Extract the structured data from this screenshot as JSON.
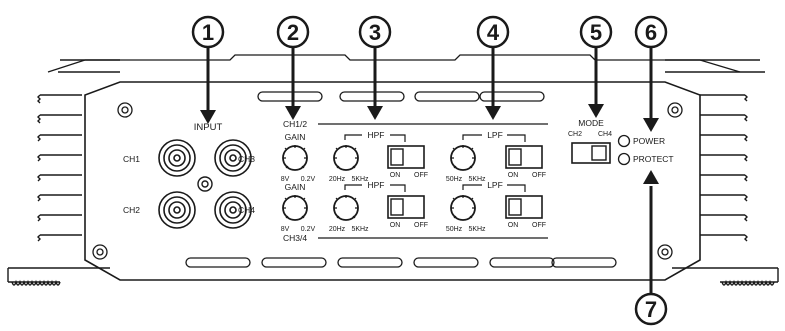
{
  "callouts": [
    "1",
    "2",
    "3",
    "4",
    "5",
    "6",
    "7"
  ],
  "input": {
    "title": "INPUT",
    "ch1": "CH1",
    "ch2": "CH2",
    "ch3": "CH3",
    "ch4": "CH4"
  },
  "top_row": {
    "group": "CH1/2",
    "gain": {
      "label": "GAIN",
      "min": "8V",
      "max": "0.2V"
    },
    "hpf": {
      "label": "HPF",
      "min": "20Hz",
      "max": "5KHz"
    },
    "hpf_switch": {
      "on": "ON",
      "off": "OFF"
    },
    "lpf": {
      "label": "LPF",
      "min": "50Hz",
      "max": "5KHz"
    },
    "lpf_switch": {
      "on": "ON",
      "off": "OFF"
    }
  },
  "bottom_row": {
    "group": "CH3/4",
    "gain": {
      "label": "GAIN",
      "min": "8V",
      "max": "0.2V"
    },
    "hpf": {
      "label": "HPF",
      "min": "20Hz",
      "max": "5KHz"
    },
    "hpf_switch": {
      "on": "ON",
      "off": "OFF"
    },
    "lpf": {
      "label": "LPF",
      "min": "50Hz",
      "max": "5KHz"
    },
    "lpf_switch": {
      "on": "ON",
      "off": "OFF"
    }
  },
  "mode": {
    "label": "MODE",
    "left": "CH2",
    "right": "CH4"
  },
  "indicators": {
    "power": "POWER",
    "protect": "PROTECT"
  }
}
